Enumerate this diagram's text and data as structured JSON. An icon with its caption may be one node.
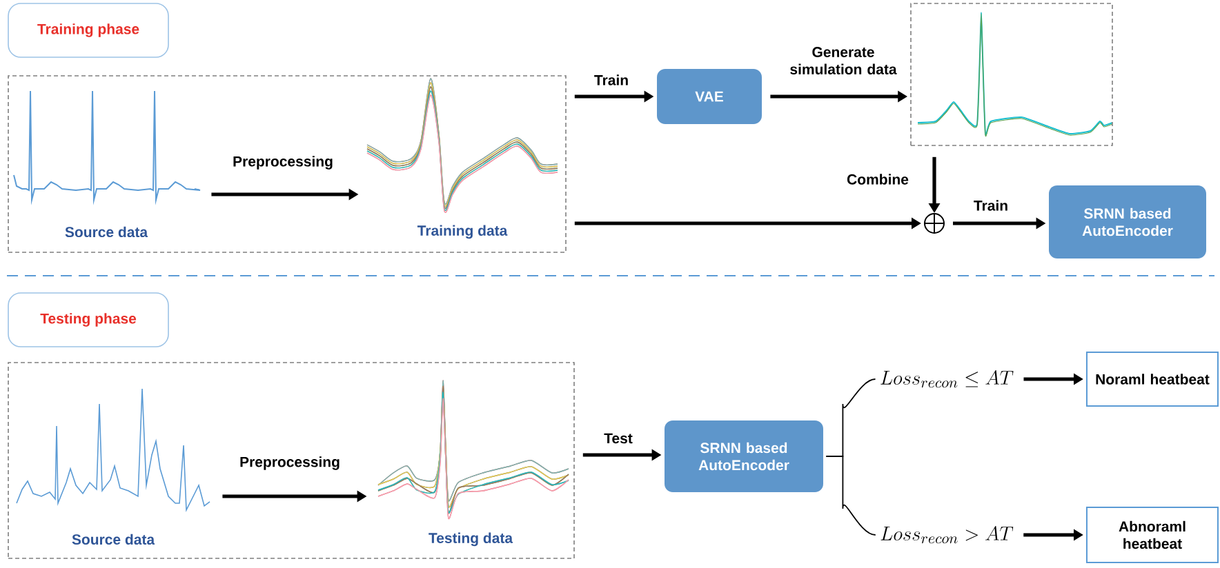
{
  "diagram": {
    "nodes": [
      {
        "text": [
          "Training phase"
        ]
      },
      {
        "text": [],
        "shape": "box"
      },
      {
        "text": [
          "Source data"
        ],
        "in": 1
      },
      {
        "text": [
          "Training data"
        ],
        "in": 1
      },
      {
        "text": [
          "VAE"
        ]
      },
      {
        "text": [],
        "shape": "picture"
      },
      {
        "text": [],
        "shape": "circle"
      },
      {
        "text": [
          "SRNN based AutoEncoder"
        ]
      },
      {
        "text": [
          "Testing phase"
        ]
      },
      {
        "text": [],
        "shape": "box"
      },
      {
        "text": [
          "Source data"
        ],
        "in": 9
      },
      {
        "text": [
          "Testing data"
        ],
        "in": 9
      },
      {
        "text": [
          "SRNN based AutoEncoder"
        ]
      },
      {
        "text": [
          "Loss_{recon} \\leq AT"
        ]
      },
      {
        "text": [
          "Loss_{recon} > AT"
        ]
      },
      {
        "text": [
          "Noraml heatbeat"
        ]
      },
      {
        "text": [
          "Abnoraml heatbeat"
        ]
      }
    ],
    "edges": [
      {
        "from": 2,
        "to": 3,
        "arrow": "to",
        "label": "Preprocessing"
      },
      {
        "from": 1,
        "to": 4,
        "arrow": "to",
        "label": "Train"
      },
      {
        "from": 4,
        "to": 5,
        "arrow": "to",
        "label": "Generate simulation data"
      },
      {
        "from": 5,
        "to": 6,
        "arrow": "to",
        "label": "Combine"
      },
      {
        "from": 1,
        "to": 6,
        "arrow": "to"
      },
      {
        "from": 6,
        "to": 7,
        "arrow": "to",
        "label": "Train"
      },
      {
        "from": 10,
        "to": 11,
        "arrow": "to",
        "label": "Preprocessing"
      },
      {
        "from": 9,
        "to": 12,
        "arrow": "to",
        "label": "Test"
      },
      {
        "from": 12,
        "to": 13,
        "arrow": "none"
      },
      {
        "from": 12,
        "to": 14,
        "arrow": "none"
      },
      {
        "from": 13,
        "to": 15,
        "arrow": "to"
      },
      {
        "from": 14,
        "to": 16,
        "arrow": "to"
      }
    ]
  }
}
